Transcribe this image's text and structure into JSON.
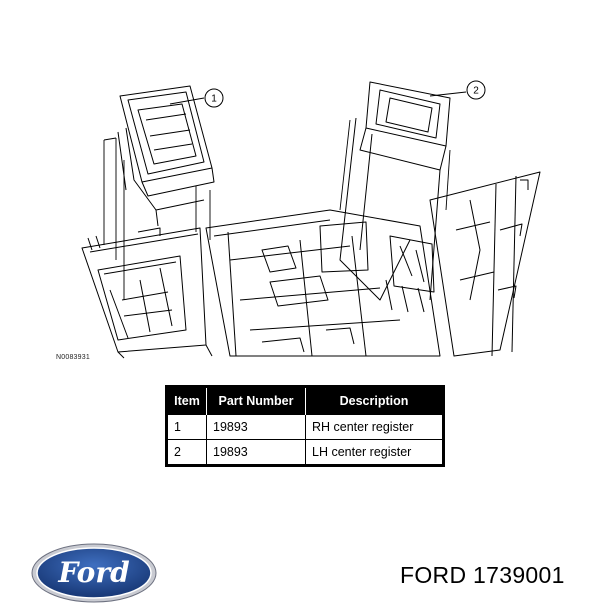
{
  "figure_code": "N0083931",
  "callouts": [
    {
      "number": "1"
    },
    {
      "number": "2"
    }
  ],
  "parts_table": {
    "headers": [
      "Item",
      "Part Number",
      "Description"
    ],
    "rows": [
      {
        "item": "1",
        "part_number": "19893",
        "description": "RH center register"
      },
      {
        "item": "2",
        "part_number": "19893",
        "description": "LH center register"
      }
    ]
  },
  "logo": {
    "text": "Ford",
    "colors": {
      "oval": "#1a3b7a",
      "highlight": "#3f6fc0",
      "rim": "#c9cbd2",
      "script": "#ffffff"
    }
  },
  "brand_code": "FORD 1739001"
}
